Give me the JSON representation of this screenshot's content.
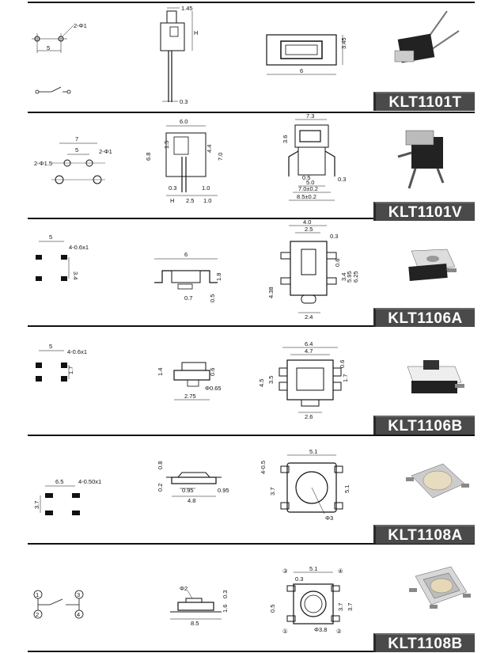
{
  "products": [
    {
      "model": "KLT1101T",
      "pcb": [
        "2-Φ1",
        "5"
      ],
      "side": [
        "1.45",
        "H",
        "0.3"
      ],
      "top": [
        "3.45",
        "6"
      ]
    },
    {
      "model": "KLT1101V",
      "pcb": [
        "7",
        "5",
        "2-Φ1",
        "2-Φ1.5"
      ],
      "side": [
        "6.0",
        "1.5",
        "6.8",
        "4.4",
        "7.0",
        "0.3",
        "1.0",
        "H",
        "2.5",
        "1.0"
      ],
      "top": [
        "7.3",
        "3.6",
        "0.5",
        "5.0",
        "7.0±0.2",
        "8.5±0.2",
        "0.3"
      ]
    },
    {
      "model": "KLT1106A",
      "pcb": [
        "5",
        "4-0.6x1",
        "3.4"
      ],
      "side": [
        "6",
        "1.8",
        "0.7",
        "0.5"
      ],
      "top": [
        "4.0",
        "2.5",
        "0.3",
        "0.6",
        "3.4",
        "5.95",
        "6.25",
        "4.38",
        "2.4"
      ]
    },
    {
      "model": "KLT1106B",
      "pcb": [
        "5",
        "4-0.6x1",
        "1.7"
      ],
      "side": [
        "1.4",
        "0.6",
        "Φ0.65",
        "2.75"
      ],
      "top": [
        "6.4",
        "4.7",
        "0.6",
        "4.5",
        "3.5",
        "1.7",
        "2.6"
      ]
    },
    {
      "model": "KLT1108A",
      "pcb": [
        "6.5",
        "4-0.50x1",
        "3.7"
      ],
      "side": [
        "0.8",
        "0.2",
        "0.95",
        "0.95",
        "4.8"
      ],
      "top": [
        "5.1",
        "4-0.5",
        "3.7",
        "5.1",
        "Φ3"
      ]
    },
    {
      "model": "KLT1108B",
      "pcb": [
        "1",
        "3",
        "2",
        "4"
      ],
      "side": [
        "Φ2",
        "0.3",
        "1.6",
        "8.5"
      ],
      "top": [
        "③",
        "5.1",
        "④",
        "0.3",
        "0.5",
        "3.7",
        "3.7",
        "①",
        "Φ3.8",
        "②"
      ]
    }
  ],
  "colors": {
    "label_bg": "#4a4a4a",
    "label_text": "#ffffff",
    "line": "#111111"
  }
}
